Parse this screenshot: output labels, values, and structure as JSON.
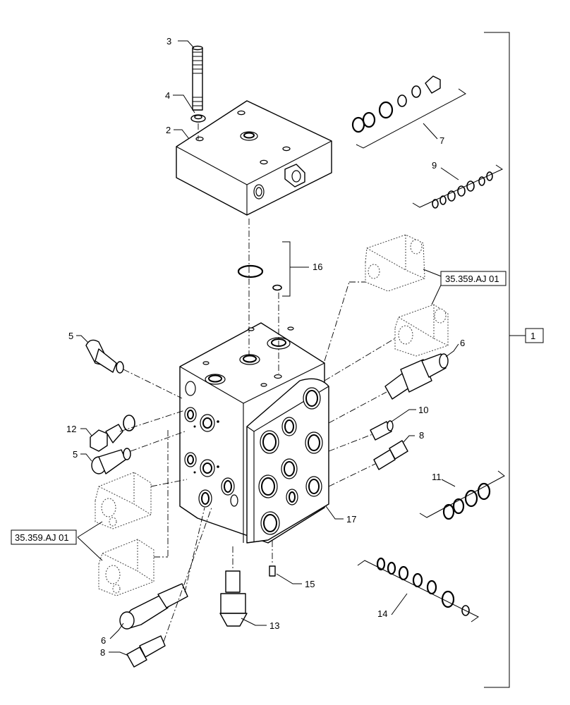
{
  "labels": {
    "n1": "1",
    "n2": "2",
    "n3": "3",
    "n4": "4",
    "n5a": "5",
    "n5b": "5",
    "n6a": "6",
    "n6b": "6",
    "n7": "7",
    "n8a": "8",
    "n8b": "8",
    "n9": "9",
    "n10": "10",
    "n11": "11",
    "n12": "12",
    "n13": "13",
    "n14": "14",
    "n15": "15",
    "n16": "16",
    "n17": "17"
  },
  "references": {
    "right": "35.359.AJ 01",
    "left": "35.359.AJ 01"
  }
}
